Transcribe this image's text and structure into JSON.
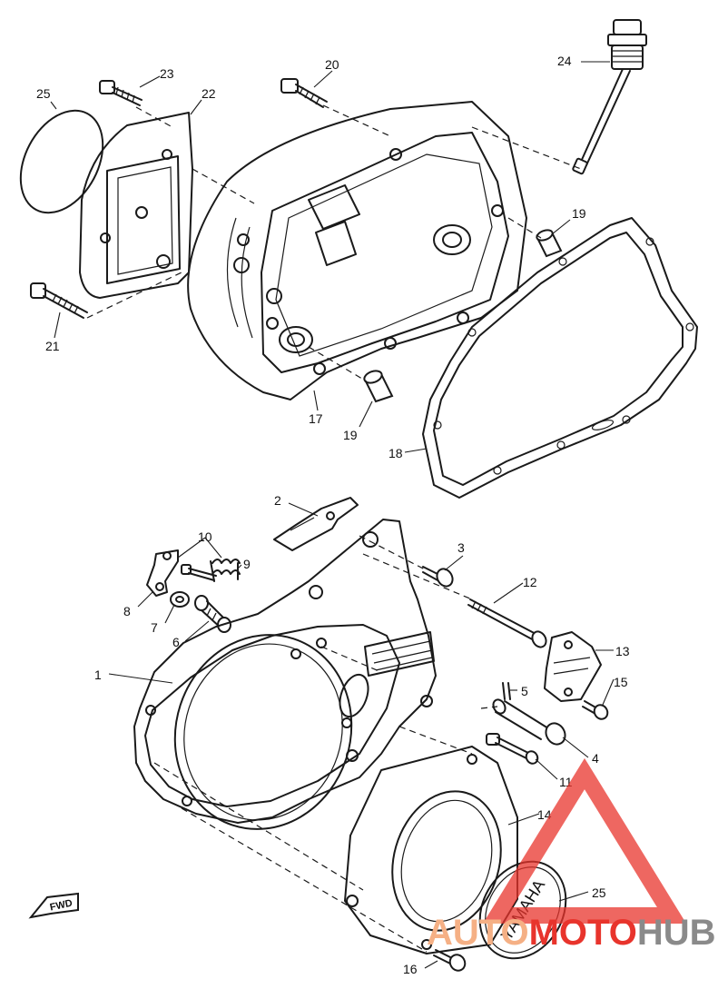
{
  "diagram": {
    "callouts": {
      "c1": "1",
      "c2": "2",
      "c3": "3",
      "c4": "4",
      "c5": "5",
      "c6": "6",
      "c7": "7",
      "c8": "8",
      "c9": "9",
      "c10": "10",
      "c11": "11",
      "c12": "12",
      "c13": "13",
      "c14": "14",
      "c15": "15",
      "c16": "16",
      "c17": "17",
      "c18": "18",
      "c19a": "19",
      "c19b": "19",
      "c20": "20",
      "c21": "21",
      "c22": "22",
      "c23": "23",
      "c24": "24",
      "c25a": "25",
      "c25b": "25"
    },
    "badge_text": "YAMAHA",
    "fwd_marker": "FWD"
  },
  "watermark": {
    "word_part1": "AUTO",
    "word_part2": "MOTO",
    "word_part3": "HUB",
    "color_red": "#e8342c",
    "color_orange": "#f5b085",
    "color_gray": "#8a8a8a"
  }
}
